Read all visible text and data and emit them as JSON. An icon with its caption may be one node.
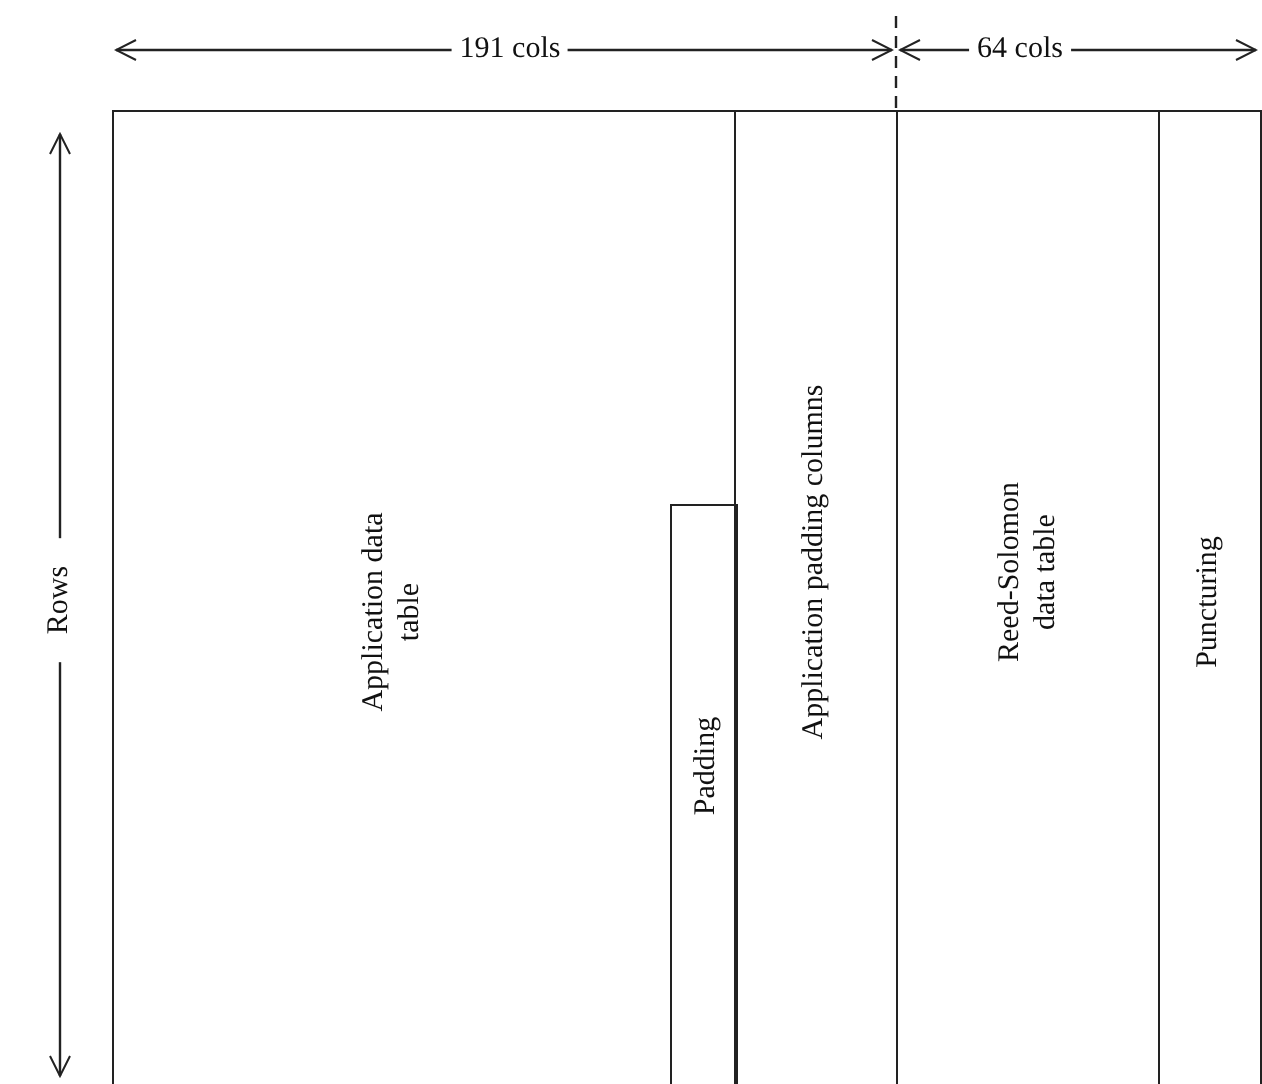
{
  "diagram": {
    "nodes": [
      {
        "text": [
          "Application data table"
        ]
      },
      {
        "text": [
          "Padding"
        ],
        "in": 0
      },
      {
        "text": [
          "Application padding columns"
        ]
      },
      {
        "text": [
          "Reed-Solomon data table"
        ]
      },
      {
        "text": [
          "Puncturing"
        ]
      }
    ],
    "labels": [
      "191 cols",
      "64 cols",
      "Rows"
    ]
  }
}
